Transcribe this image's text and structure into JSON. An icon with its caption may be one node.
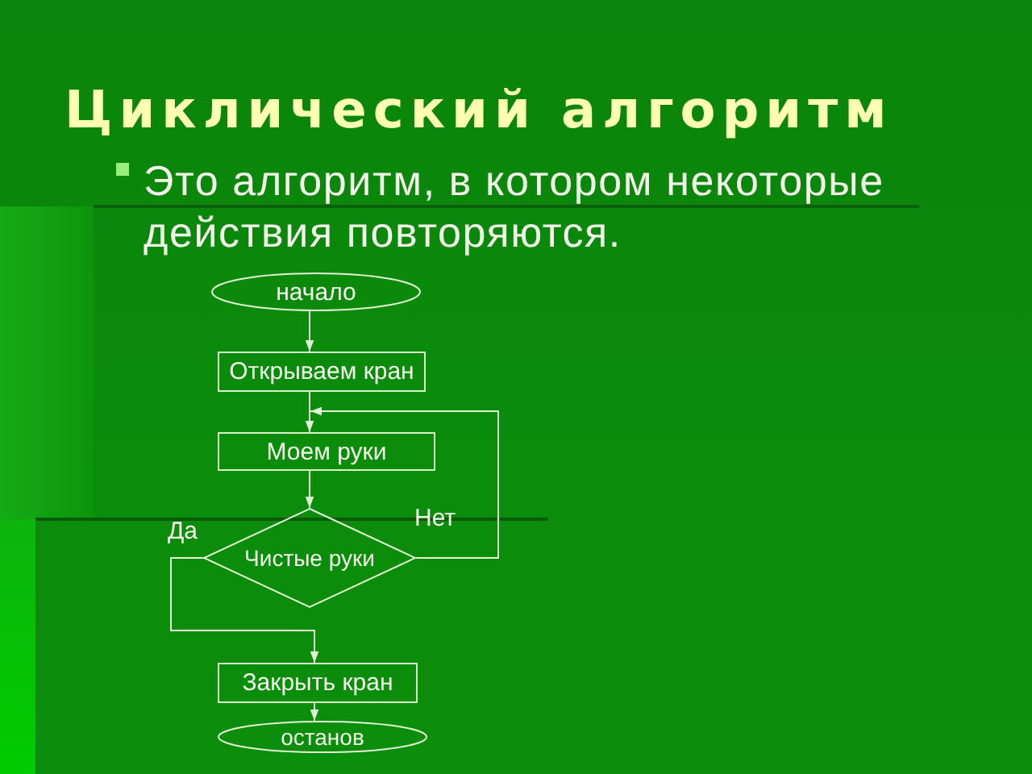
{
  "diagram": {
    "title": "Циклический алгоритм",
    "nodes": [
      {
        "text": [
          "начало"
        ]
      },
      {
        "text": [
          "Открываем кран"
        ]
      },
      {
        "text": [
          "Моем руки"
        ]
      },
      {
        "text": [
          "Чистые руки"
        ]
      },
      {
        "text": [
          "Закрыть кран"
        ]
      },
      {
        "text": [
          "останов"
        ]
      }
    ],
    "edges": [
      {
        "from": 0,
        "to": 1,
        "arrow": "to"
      },
      {
        "from": 1,
        "to": 2,
        "arrow": "to"
      },
      {
        "from": 2,
        "to": 3,
        "arrow": "to"
      },
      {
        "from": 3,
        "to": 2,
        "arrow": "to",
        "label": "Нет"
      },
      {
        "from": 3,
        "to": 4,
        "arrow": "to",
        "label": "Да"
      },
      {
        "from": 4,
        "to": 5,
        "arrow": "to"
      }
    ],
    "labels": [
      "Это алгоритм, в котором некоторые действия повторяются."
    ]
  }
}
